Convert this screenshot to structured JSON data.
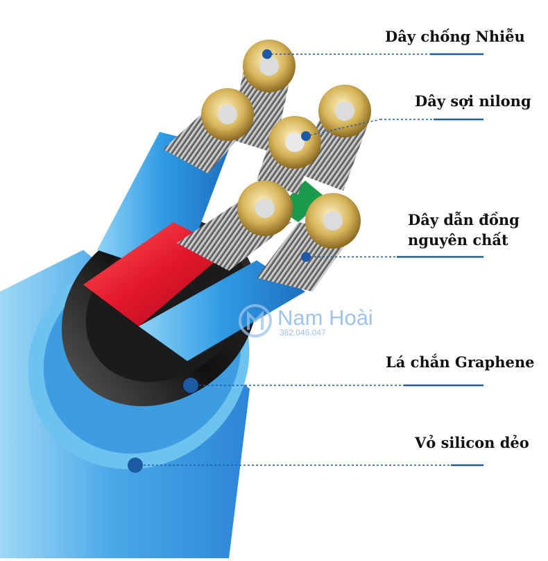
{
  "labels": [
    {
      "text": "Dây chống Nhiễu"
    },
    {
      "text": "Dây sợi nilong"
    },
    {
      "text": "Dây dẫn đồng"
    },
    {
      "text": "nguyên chất"
    },
    {
      "text": "Lá chắn Graphene"
    },
    {
      "text": "Vỏ silicon dẻo"
    }
  ],
  "watermark": {
    "brand": "Nam Hoài",
    "phone": "382.046.047"
  },
  "colors": {
    "leader_line": "#1d5aa5",
    "marker": "#1d5aa5",
    "outer_jacket": "#63b7ea",
    "shield": "#222222",
    "wire_blue": "#2f9be4",
    "wire_red": "#e3162c",
    "wire_green": "#1a9a4a",
    "copper": "#d6b45a"
  }
}
